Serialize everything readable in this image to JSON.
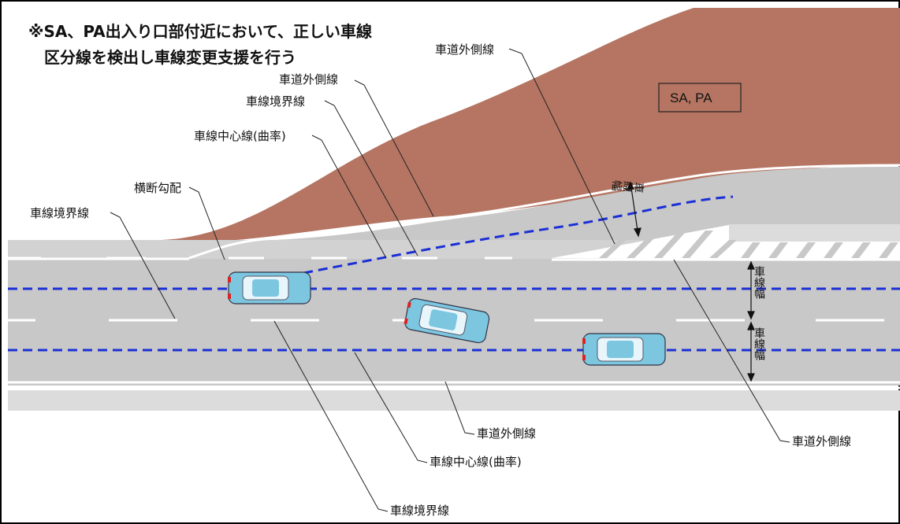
{
  "note": {
    "line1": "※SA、PA出入り口部付近において、正しい車線",
    "line2": "区分線を検出し車線変更支援を行う"
  },
  "area_label": "SA, PA",
  "labels": {
    "outer_edge_top_right": "車道外側線",
    "outer_edge_top": "車道外側線",
    "lane_boundary_top": "車線境界線",
    "lane_center_top": "車線中心線(曲率)",
    "cross_slope": "横断勾配",
    "lane_boundary_left": "車線境界線",
    "outer_edge_bottom": "車道外側線",
    "lane_center_bottom": "車線中心線(曲率)",
    "lane_boundary_bottom": "車線境界線",
    "outer_edge_bottom_right": "車道外側線"
  },
  "lane_width_labels": [
    "車線幅",
    "車線幅",
    "車線幅"
  ],
  "colors": {
    "embankment": "#b57562",
    "road": "#c8c8c8",
    "shoulder": "#dcdcdc",
    "center_line": "#1a2fd6",
    "car_body": "#7cc6e0",
    "car_window": "#e8f6fb"
  }
}
